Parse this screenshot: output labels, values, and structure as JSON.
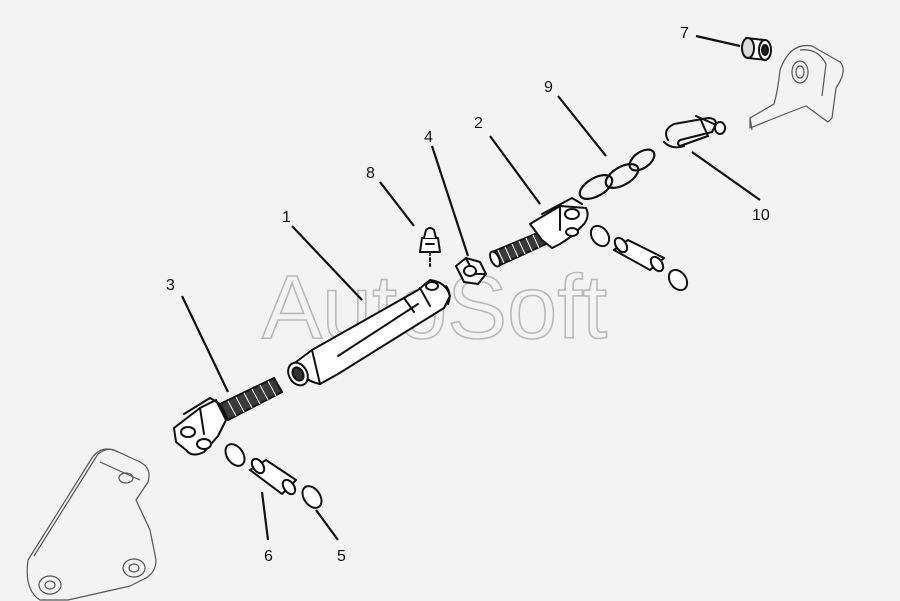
{
  "watermark": "AutoSoft",
  "callouts": {
    "c1": "1",
    "c2": "2",
    "c3": "3",
    "c4": "4",
    "c5": "5",
    "c6": "6",
    "c7": "7",
    "c8": "8",
    "c9": "9",
    "c10": "10"
  },
  "colors": {
    "background": "#f3f3f3",
    "line": "#111111",
    "part_fill": "#ffffff",
    "thread_fill": "#3a3a3a",
    "ghost_line": "#555555",
    "watermark": "#b9b9b9"
  }
}
